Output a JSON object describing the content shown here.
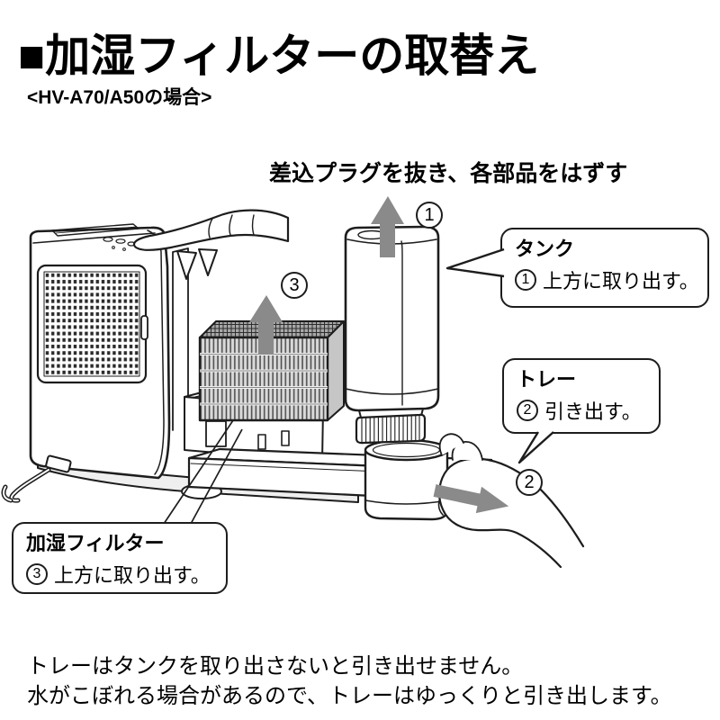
{
  "header": {
    "title": "■加湿フィルターの取替え",
    "subtitle": "<HV-A70/A50の場合>"
  },
  "diagram": {
    "instruction": "差込プラグを抜き、各部品をはずす",
    "markers": {
      "tank": "1",
      "tray": "2",
      "filter": "3"
    },
    "callouts": {
      "tank": {
        "title": "タンク",
        "step": "1",
        "action": "上方に取り出す。"
      },
      "tray": {
        "title": "トレー",
        "step": "2",
        "action": "引き出す。"
      },
      "filter": {
        "title": "加湿フィルター",
        "step": "3",
        "action": "上方に取り出す。"
      }
    },
    "colors": {
      "line": "#1d1d1d",
      "arrow": "#8a8a8a",
      "filter_face": "#d9d9d9",
      "base": "#efefef"
    }
  },
  "notes": {
    "line1": "トレーはタンクを取り出さないと引き出せません。",
    "line2": "水がこぼれる場合があるので、トレーはゆっくりと引き出します。"
  }
}
